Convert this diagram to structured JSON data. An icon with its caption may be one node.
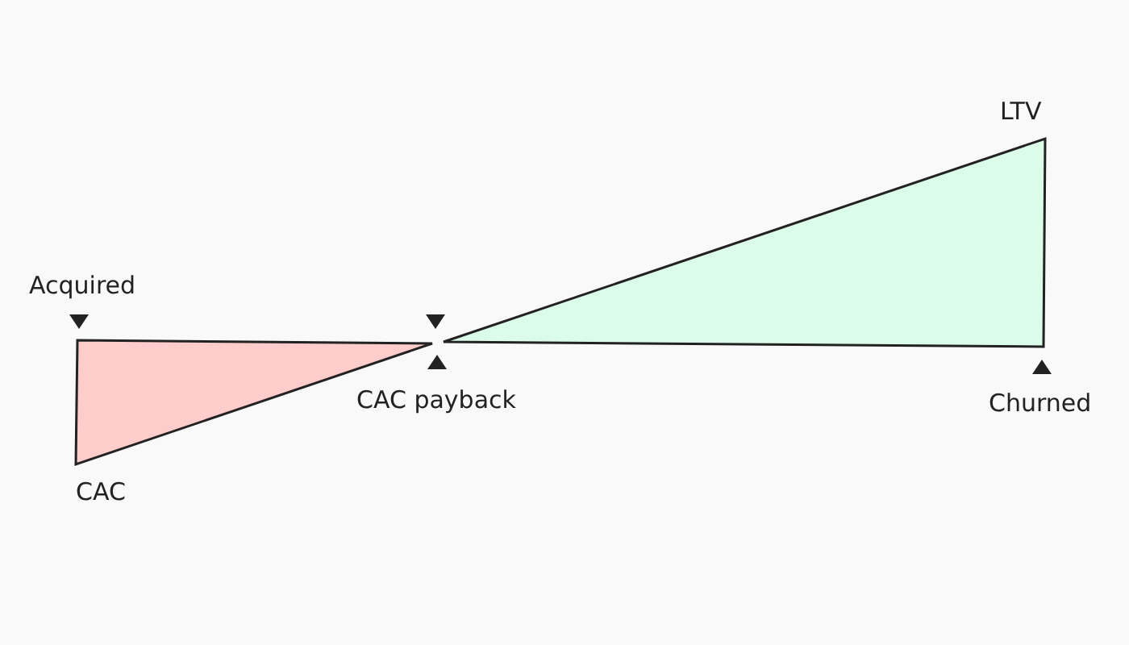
{
  "diagram": {
    "labels": [
      "LTV",
      "Acquired",
      "CAC payback",
      "Churned",
      "CAC"
    ]
  }
}
